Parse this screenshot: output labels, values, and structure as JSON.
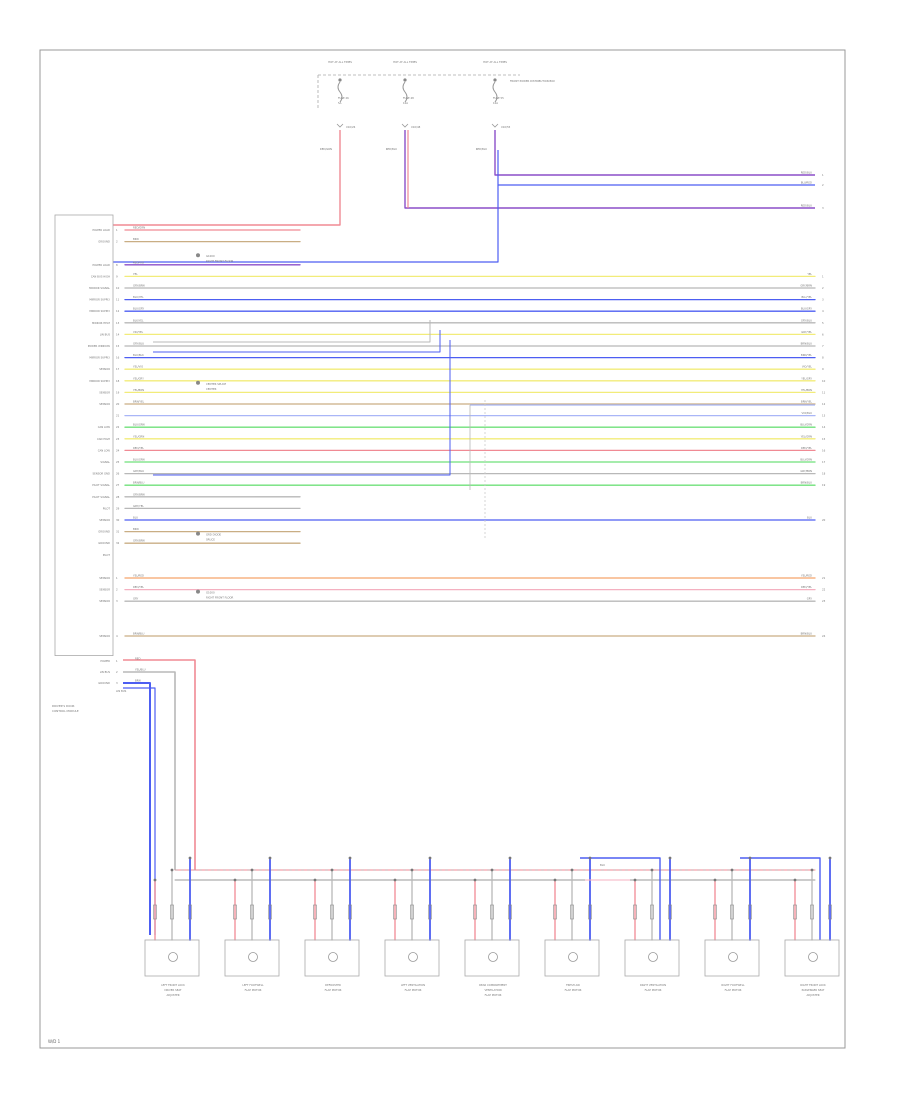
{
  "colors": {
    "red": "#f08a94",
    "violet": "#8b4fc9",
    "blue": "#4d5ef2",
    "yellow": "#f2ec7a",
    "green": "#6fe07a",
    "orange": "#f5a36b",
    "gray": "#b8b8b8",
    "brown": "#c9ae84",
    "pink": "#f4b0c0",
    "lightblue": "#a9b6f7",
    "black": "#555555"
  },
  "fuses": [
    {
      "hot_label": "HOT AT ALL TIMES",
      "name": "FUSE 26",
      "amps": "5A",
      "connector": "X10/26",
      "wire": "RED/GRN"
    },
    {
      "hot_label": "HOT AT ALL TIMES",
      "name": "FUSE 48",
      "amps": "10A",
      "connector": "X10/48",
      "wire": "RED/BLU"
    },
    {
      "hot_label": "HOT AT ALL TIMES",
      "name": "FUSE 55",
      "amps": "10A",
      "connector": "X10/55",
      "wire": "RED/BLU"
    }
  ],
  "power_note": "FRONT POWER DISTRIBUTION BOX",
  "module": {
    "name": "DRIVER'S DOOR",
    "sub": "CONTROL MODULE"
  },
  "pins": [
    {
      "label": "POWER LOAD",
      "num": "1",
      "wire": "RED/GRN",
      "color": "red",
      "right": "",
      "rnum": ""
    },
    {
      "label": "GROUND",
      "num": "2",
      "wire": "BRN",
      "color": "brown",
      "right": "",
      "rnum": ""
    },
    {
      "label": "",
      "num": "",
      "wire": "",
      "color": "",
      "right": "",
      "rnum": ""
    },
    {
      "label": "POWER LOAD",
      "num": "8",
      "wire": "RED/VIO",
      "color": "violet",
      "right": "",
      "rnum": ""
    },
    {
      "label": "CAN BUS HIGH",
      "num": "9",
      "wire": "YEL",
      "color": "yellow",
      "right": "YEL",
      "rnum": "1"
    },
    {
      "label": "MIRROR SIGNAL",
      "num": "10",
      "wire": "GRY/BRN",
      "color": "gray",
      "right": "GRY/BRN",
      "rnum": "2"
    },
    {
      "label": "MIRROR SUPPLY",
      "num": "11",
      "wire": "BLU/YEL",
      "color": "blue",
      "right": "BLU/YEL",
      "rnum": "3"
    },
    {
      "label": "MIRROR SUPPLY",
      "num": "12",
      "wire": "BLU/GRY",
      "color": "blue",
      "right": "BLU/GRY",
      "rnum": "4"
    },
    {
      "label": "MIRROR HEAT",
      "num": "13",
      "wire": "BLK/YEL",
      "color": "gray",
      "right": "GRY/BLU",
      "rnum": "5"
    },
    {
      "label": "LIN BUS",
      "num": "14",
      "wire": "VIO/YEL",
      "color": "yellow",
      "right": "GRY/YEL",
      "rnum": "6"
    },
    {
      "label": "POWER WINDOW",
      "num": "15",
      "wire": "GRY/BLU",
      "color": "gray",
      "right": "BRN/BLU",
      "rnum": "7"
    },
    {
      "label": "MIRROR SUPPLY",
      "num": "16",
      "wire": "BLU/BLK",
      "color": "blue",
      "right": "BRN/YEL",
      "rnum": "8"
    },
    {
      "label": "SENSOR",
      "num": "17",
      "wire": "YEL/VIO",
      "color": "yellow",
      "right": "VIO/YEL",
      "rnum": "9"
    },
    {
      "label": "MIRROR SUPPLY",
      "num": "18",
      "wire": "YEL/GRY",
      "color": "yellow",
      "right": "YEL/GRY",
      "rnum": "10"
    },
    {
      "label": "SENSOR",
      "num": "19",
      "wire": "YEL/BRN",
      "color": "yellow",
      "right": "YEL/BRN",
      "rnum": "11"
    },
    {
      "label": "SENSOR",
      "num": "20",
      "wire": "BRN/YEL",
      "color": "brown",
      "right": "BRN/YEL",
      "rnum": "12"
    },
    {
      "label": "",
      "num": "21",
      "wire": "",
      "color": "lightblue",
      "right": "VIO/BLU",
      "rnum": "13"
    },
    {
      "label": "CAN LOW",
      "num": "22",
      "wire": "BLU/GRN",
      "color": "green",
      "right": "BLU/GRN",
      "rnum": "14"
    },
    {
      "label": "CAN HIGH",
      "num": "23",
      "wire": "YEL/GRN",
      "color": "yellow",
      "right": "YEL/GRN",
      "rnum": "15"
    },
    {
      "label": "CAN LOW",
      "num": "24",
      "wire": "RED/YEL",
      "color": "red",
      "right": "RED/YEL",
      "rnum": "16"
    },
    {
      "label": "SIGNAL",
      "num": "25",
      "wire": "BLU/GRN",
      "color": "green",
      "right": "BLU/GRN",
      "rnum": "17"
    },
    {
      "label": "SENSOR GND",
      "num": "26",
      "wire": "GRY/BLU",
      "color": "gray",
      "right": "GRY/BRN",
      "rnum": "18"
    },
    {
      "label": "PILOT SIGNAL",
      "num": "27",
      "wire": "BRN/BLU",
      "color": "green",
      "right": "BRN/BLU",
      "rnum": "19"
    },
    {
      "label": "PILOT SIGNAL",
      "num": "28",
      "wire": "GRY/BRN",
      "color": "gray",
      "right": "",
      "rnum": ""
    },
    {
      "label": "PILOT",
      "num": "29",
      "wire": "GRY/YEL",
      "color": "gray",
      "right": "",
      "rnum": ""
    },
    {
      "label": "SENSOR",
      "num": "30",
      "wire": "BLU",
      "color": "blue",
      "right": "BLU",
      "rnum": "20"
    },
    {
      "label": "GROUND",
      "num": "31",
      "wire": "BRN",
      "color": "brown",
      "right": "",
      "rnum": ""
    },
    {
      "label": "GROUND",
      "num": "32",
      "wire": "GRY/BRN",
      "color": "brown",
      "right": "",
      "rnum": ""
    },
    {
      "label": "PILOT",
      "num": "",
      "wire": "",
      "color": "",
      "right": "",
      "rnum": ""
    },
    {
      "label": "",
      "num": "",
      "wire": "",
      "color": "",
      "right": "",
      "rnum": ""
    },
    {
      "label": "SENSOR",
      "num": "1",
      "wire": "YEL/RED",
      "color": "orange",
      "right": "YEL/RED",
      "rnum": "21"
    },
    {
      "label": "SENSOR",
      "num": "2",
      "wire": "RED/YEL",
      "color": "pink",
      "right": "RED/YEL",
      "rnum": "22"
    },
    {
      "label": "SENSOR",
      "num": "3",
      "wire": "GRY",
      "color": "gray",
      "right": "GRY",
      "rnum": "23"
    },
    {
      "label": "",
      "num": "",
      "wire": "",
      "color": "",
      "right": "",
      "rnum": ""
    },
    {
      "label": "",
      "num": "",
      "wire": "",
      "color": "",
      "right": "",
      "rnum": ""
    },
    {
      "label": "SENSOR",
      "num": "4",
      "wire": "BRN/BLU",
      "color": "brown",
      "right": "BRN/BLU",
      "rnum": "24"
    }
  ],
  "top_right_wires": [
    {
      "wire": "RED/BLU",
      "rnum": "1"
    },
    {
      "wire": "BLU/RED",
      "rnum": "2"
    },
    {
      "wire": "RED/BLU",
      "rnum": "3"
    }
  ],
  "splice_notes": [
    {
      "text": "G1000",
      "sub": "RIGHT FRONT FLOOR",
      "pin": 2
    },
    {
      "text": "CENTER SPLICE",
      "sub": "CENTER",
      "pin": 13
    },
    {
      "text": "GRD DIODE",
      "sub": "SPLICE",
      "pin": 26
    },
    {
      "text": "G1000",
      "sub": "RIGHT FRONT FLOOR",
      "pin": 31
    }
  ],
  "bottom_pins": [
    {
      "label": "POWER",
      "num": "1",
      "wire": "RED"
    },
    {
      "label": "LIN BUS",
      "num": "2",
      "wire": "YEL/BLU"
    },
    {
      "label": "GROUND",
      "num": "3",
      "wire": "BRN"
    }
  ],
  "bottom_note": "LIN BUS",
  "motors": [
    {
      "name": "LEFT FRONT LOCK",
      "sub": "DRIVER SEAT",
      "sub2": "ADJUSTER"
    },
    {
      "name": "LEFT FOOTWELL",
      "sub": "FLAP MOTOR",
      "sub2": ""
    },
    {
      "name": "DEFROSTER",
      "sub": "FLAP MOTOR",
      "sub2": ""
    },
    {
      "name": "LEFT VENTILATION",
      "sub": "FLAP MOTOR",
      "sub2": ""
    },
    {
      "name": "REAR COMPARTMENT",
      "sub": "VENTILATION",
      "sub2": "FLAP MOTOR"
    },
    {
      "name": "FRESH AIR",
      "sub": "FLAP MOTOR",
      "sub2": ""
    },
    {
      "name": "RIGHT VENTILATION",
      "sub": "FLAP MOTOR",
      "sub2": ""
    },
    {
      "name": "RIGHT FOOTWELL",
      "sub": "FLAP MOTOR",
      "sub2": ""
    },
    {
      "name": "RIGHT FRONT LOCK",
      "sub": "PASSENGER SEAT",
      "sub2": "ADJUSTER"
    }
  ],
  "footer": "W/D 1"
}
